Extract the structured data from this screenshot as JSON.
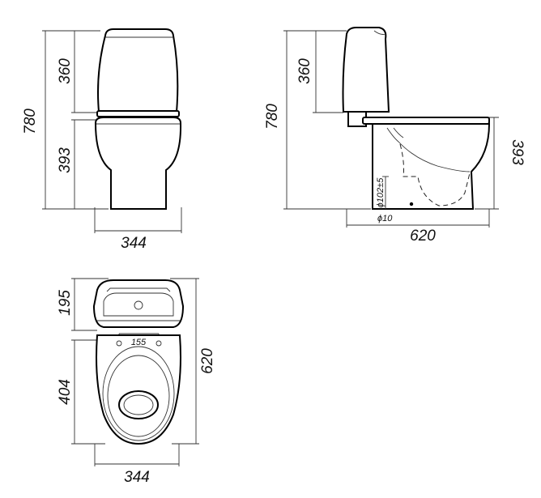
{
  "front_view": {
    "height_total": "780",
    "height_tank": "360",
    "height_bowl": "393",
    "width": "344"
  },
  "side_view": {
    "height_total": "780",
    "height_tank": "360",
    "height_bowl": "393",
    "length": "620",
    "outlet_height": "ϕ102±5",
    "fixing_hole": "ϕ10"
  },
  "top_view": {
    "tank_depth": "195",
    "bowl_depth": "404",
    "fixing_spacing": "155",
    "length": "620",
    "width": "344"
  }
}
